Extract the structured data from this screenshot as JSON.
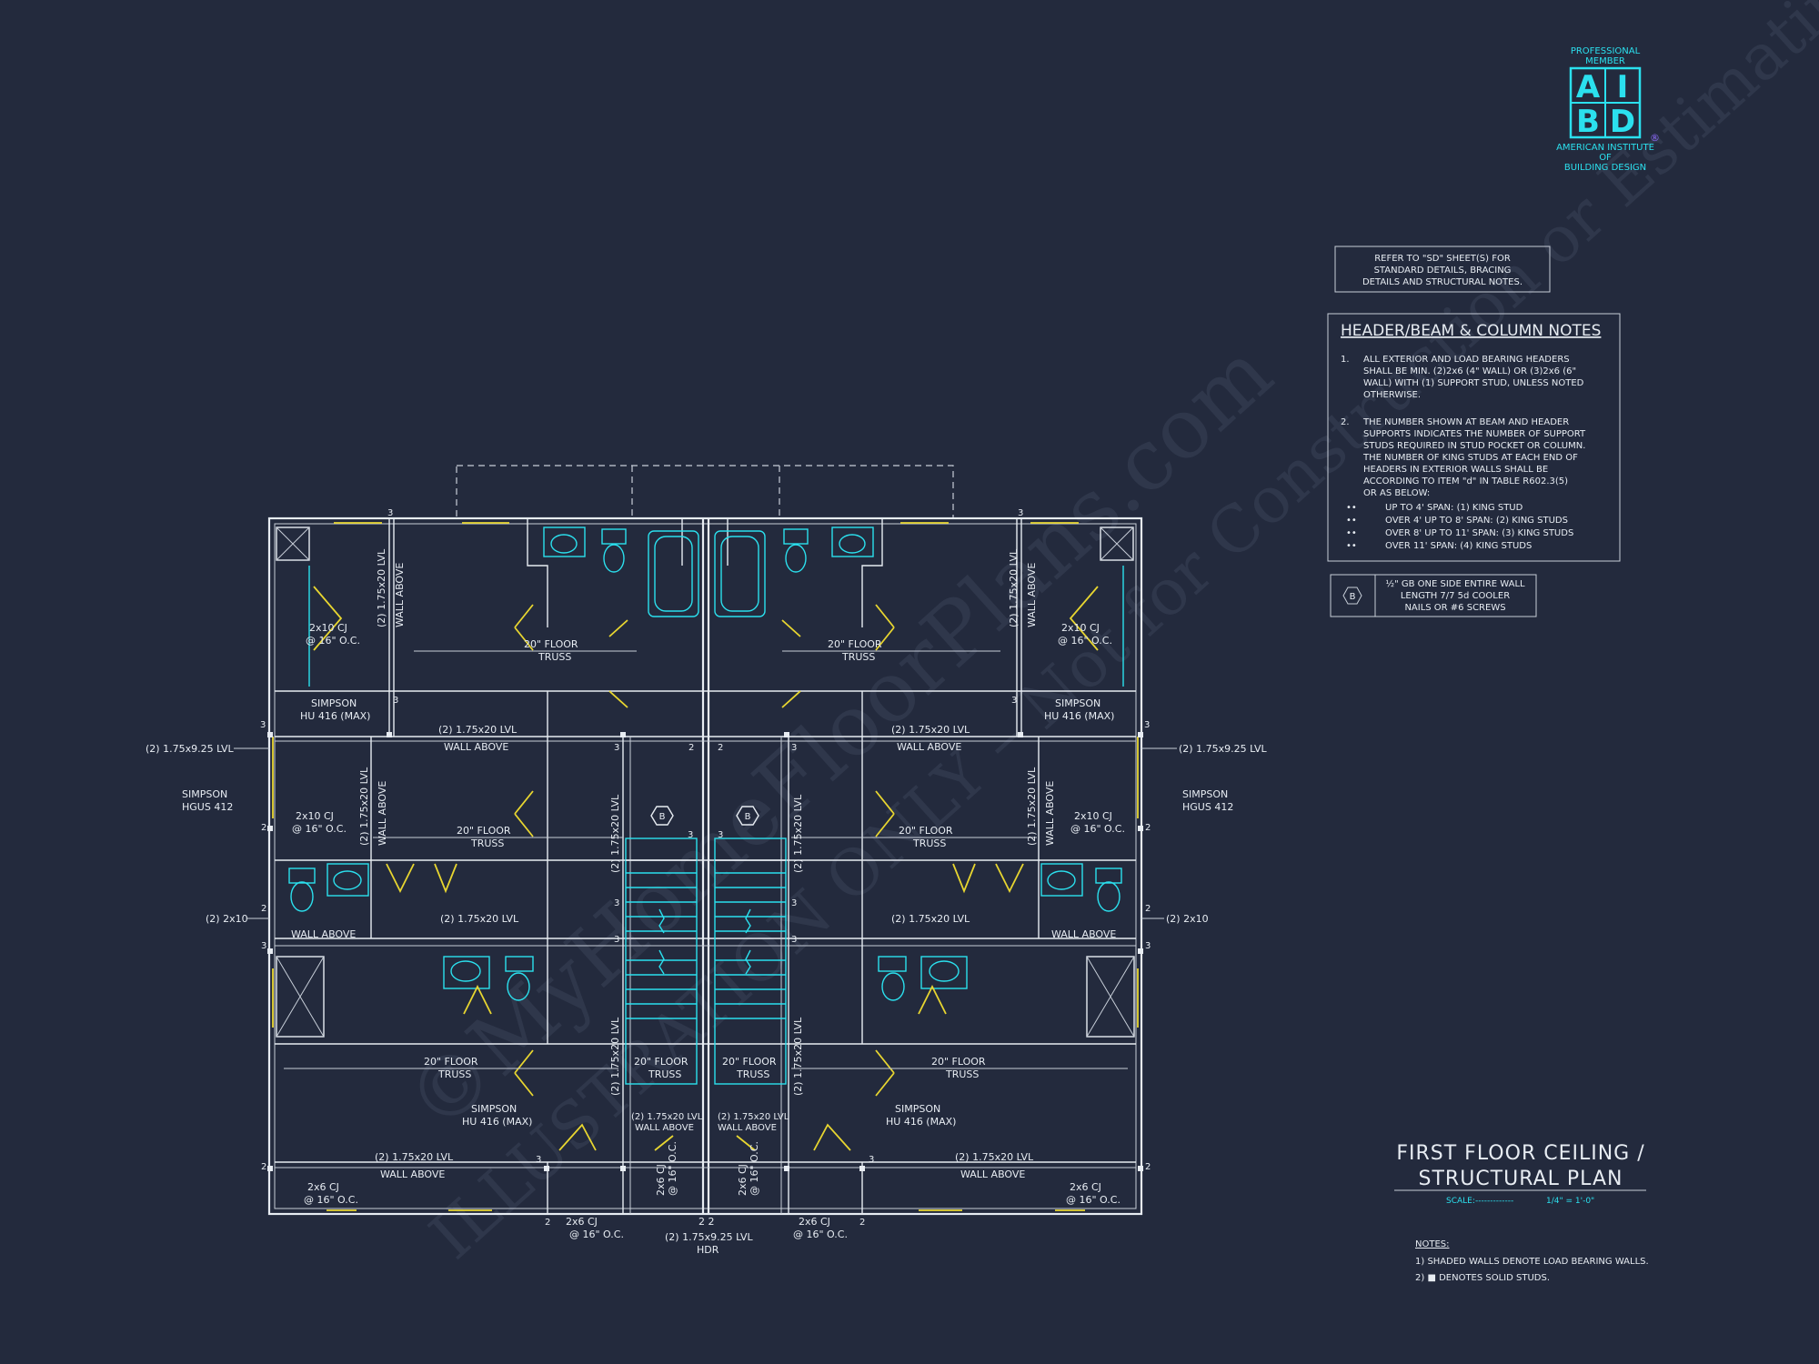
{
  "logo": {
    "top": "PROFESSIONAL",
    "top2": "MEMBER",
    "letters": [
      "A",
      "I",
      "B",
      "D"
    ],
    "reg": "®",
    "bottom1": "AMERICAN INSTITUTE",
    "bottom2": "OF",
    "bottom3": "BUILDING DESIGN"
  },
  "watermark": {
    "line1": "©MyHomeFloorPlans.com",
    "line2": "ILLUSTRATION ONLY – Not for Construction or Estimating"
  },
  "refer_note": [
    "REFER TO \"SD\" SHEET(S) FOR",
    "STANDARD DETAILS, BRACING",
    "DETAILS AND STRUCTURAL NOTES."
  ],
  "header_notes": {
    "title": "HEADER/BEAM & COLUMN NOTES",
    "n1_num": "1.",
    "n1": [
      "ALL EXTERIOR AND LOAD BEARING HEADERS",
      "SHALL BE MIN. (2)2x6 (4\" WALL) OR (3)2x6 (6\"",
      "WALL) WITH (1) SUPPORT STUD, UNLESS NOTED",
      "OTHERWISE."
    ],
    "n2_num": "2.",
    "n2": [
      "THE NUMBER SHOWN AT BEAM AND HEADER",
      "SUPPORTS INDICATES THE NUMBER OF SUPPORT",
      "STUDS REQUIRED IN STUD POCKET OR COLUMN.",
      "THE NUMBER OF KING STUDS AT EACH END OF",
      "HEADERS IN EXTERIOR WALLS SHALL BE",
      "ACCORDING TO ITEM \"d\" IN TABLE R602.3(5)",
      "OR AS BELOW:"
    ],
    "bullets": [
      "UP TO 4' SPAN: (1) KING STUD",
      "OVER 4' UP TO 8' SPAN: (2) KING STUDS",
      "OVER 8' UP TO 11' SPAN: (3) KING STUDS",
      "OVER 11' SPAN: (4) KING STUDS"
    ],
    "bullet_mark": "••"
  },
  "gb_note": {
    "tag": "B",
    "lines": [
      "½\" GB ONE SIDE ENTIRE WALL",
      "LENGTH 7/7 5d COOLER",
      "NAILS OR #6 SCREWS"
    ]
  },
  "drawing_title": {
    "line1": "FIRST FLOOR CEILING /",
    "line2": "STRUCTURAL PLAN",
    "scale_label": "SCALE:",
    "scale_dashes": "-------------",
    "scale_value": "1/4\" = 1'-0\""
  },
  "notes": {
    "heading": "NOTES:",
    "items": [
      "1) SHADED WALLS DENOTE LOAD BEARING WALLS.",
      "2) ■ DENOTES SOLID STUDS."
    ]
  },
  "plan_labels": {
    "lvl_1_75x20": "(2) 1.75x20 LVL",
    "lvl_1_75x9_25": "(2) 1.75x9.25 LVL",
    "wall_above": "WALL ABOVE",
    "floor_truss_1": "20\" FLOOR",
    "floor_truss_2": "TRUSS",
    "simpson": "SIMPSON",
    "hu416": "HU 416 (MAX)",
    "hgus412": "HGUS 412",
    "cj_2x10": "2x10 CJ",
    "cj_2x6": "2x6 CJ",
    "oc16": "@ 16\" O.C.",
    "two_2x10": "(2) 2x10",
    "hdr": "HDR",
    "tag_b": "B",
    "n2": "2",
    "n3": "3",
    "n22": "2 2"
  },
  "colors": {
    "background": "#232a3d",
    "linework": "#e7ecf2",
    "bearing_wall": "#e8d630",
    "fixtures": "#2be0ee"
  }
}
